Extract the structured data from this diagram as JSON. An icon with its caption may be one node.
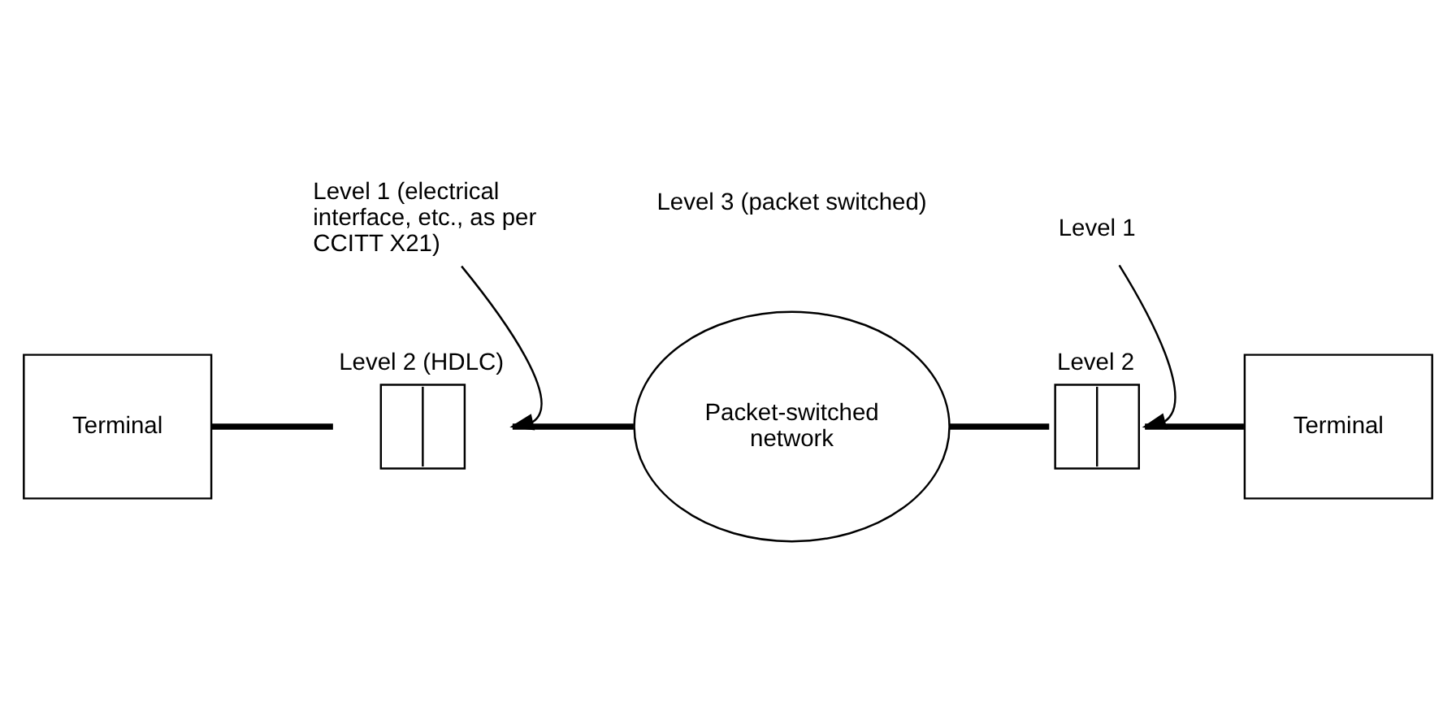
{
  "diagram": {
    "nodes": [
      {
        "text": [
          "Terminal"
        ]
      },
      {
        "text": [],
        "shape": "box",
        "beside": [
          "Level 2 (HDLC)"
        ]
      },
      {
        "text": [
          "Packet-switched network"
        ]
      },
      {
        "text": [],
        "shape": "box",
        "beside": [
          "Level 2"
        ]
      },
      {
        "text": [
          "Terminal"
        ]
      },
      {
        "text": [
          "Level 1 (electrical interface, etc., as per CCITT X21)"
        ]
      },
      {
        "text": [
          "Level 1"
        ]
      }
    ],
    "edges": [
      {
        "from": 0,
        "to": 1,
        "arrow": "none"
      },
      {
        "from": 1,
        "to": 2,
        "arrow": "none"
      },
      {
        "from": 2,
        "to": 3,
        "arrow": "none"
      },
      {
        "from": 3,
        "to": 4,
        "arrow": "none"
      },
      {
        "from": 5,
        "to": 1,
        "arrow": "to"
      },
      {
        "from": 6,
        "to": 3,
        "arrow": "to"
      }
    ],
    "labels": [
      "Level 3 (packet switched)"
    ]
  }
}
